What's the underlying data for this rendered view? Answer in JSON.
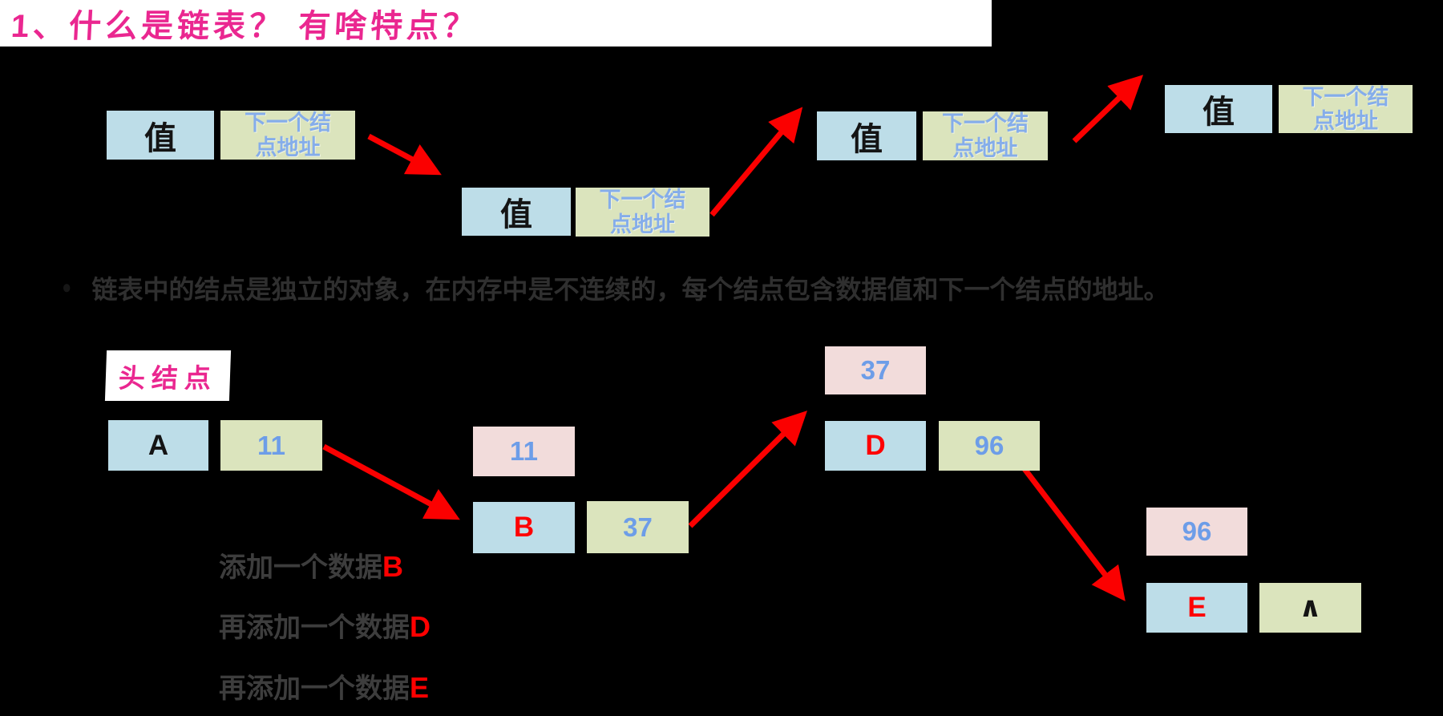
{
  "title": {
    "text": "1、什么是链表？ 有啥特点？"
  },
  "top_diagram": {
    "nodes": [
      {
        "value": "值",
        "next": "下一个结\n点地址"
      },
      {
        "value": "值",
        "next": "下一个结\n点地址"
      },
      {
        "value": "值",
        "next": "下一个结\n点地址"
      },
      {
        "value": "值",
        "next": "下一个结\n点地址"
      }
    ]
  },
  "bullet": {
    "marker": "●",
    "text": "链表中的结点是独立的对象，在内存中是不连续的，每个结点包含数据值和下一个结点的地址。"
  },
  "list_diagram": {
    "head_label": "头结点",
    "nodes": [
      {
        "value": "A",
        "next": "11"
      },
      {
        "value": "B",
        "next": "37",
        "old_addr": "11"
      },
      {
        "value": "D",
        "next": "96",
        "old_addr": "37"
      },
      {
        "value": "E",
        "next": "∧",
        "old_addr": "96"
      }
    ]
  },
  "captions": [
    {
      "prefix": "添加一个数据",
      "letter": "B"
    },
    {
      "prefix": "再添加一个数据",
      "letter": "D"
    },
    {
      "prefix": "再添加一个数据",
      "letter": "E"
    }
  ],
  "colors": {
    "background": "#000000",
    "title_bar": "#FFFFFF",
    "title_text": "#EA2790",
    "value_box": "#BDDDE8",
    "next_box": "#DBE4BD",
    "old_addr_box": "#F2DCDB",
    "addr_text": "#6D9DE8",
    "next_label_text": "#85ADEA",
    "arrow": "#FB0000",
    "highlight_letter": "#FF0000",
    "body_text": "#2F2F2F"
  }
}
